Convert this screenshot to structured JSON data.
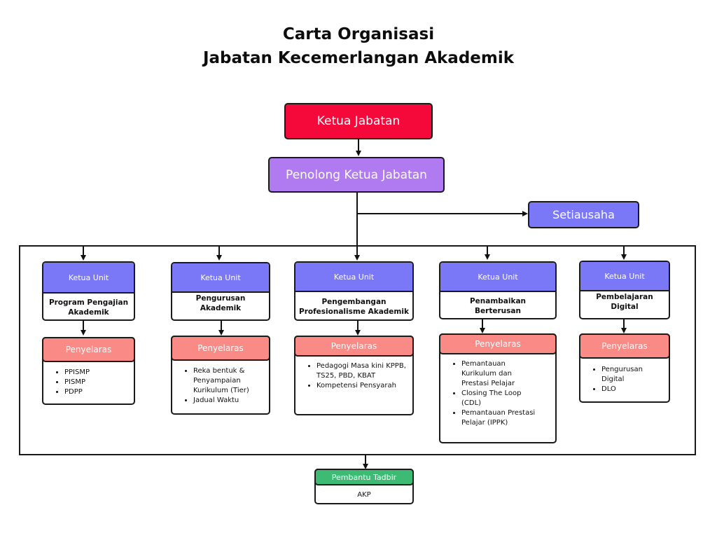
{
  "title": {
    "line1": "Carta Organisasi",
    "line2": "Jabatan Kecemerlangan Akademik"
  },
  "head": "Ketua Jabatan",
  "deputy": "Penolong Ketua Jabatan",
  "secretary": "Setiausaha",
  "units": [
    {
      "head_label": "Ketua Unit",
      "name": "Program Pengajian Akademik",
      "coordinator_label": "Penyelaras",
      "items": [
        "PPISMP",
        "PISMP",
        "PDPP"
      ]
    },
    {
      "head_label": "Ketua Unit",
      "name": "Pengurusan Akademik",
      "coordinator_label": "Penyelaras",
      "items": [
        "Reka bentuk & Penyampaian Kurikulum (Tier)",
        "Jadual Waktu"
      ]
    },
    {
      "head_label": "Ketua Unit",
      "name": "Pengembangan Profesionalisme Akademik",
      "coordinator_label": "Penyelaras",
      "items": [
        "Pedagogi Masa kini KPPB, TS25, PBD, KBAT",
        "Kompetensi Pensyarah"
      ]
    },
    {
      "head_label": "Ketua Unit",
      "name": "Penambaikan Berterusan",
      "coordinator_label": "Penyelaras",
      "items": [
        "Pemantauan Kurikulum dan Prestasi Pelajar",
        "Closing The Loop (CDL)",
        "Pemantauan Prestasi Pelajar (IPPK)"
      ]
    },
    {
      "head_label": "Ketua Unit",
      "name": "Pembelajaran Digital",
      "coordinator_label": "Penyelaras",
      "items": [
        "Pengurusan Digital",
        "DLO"
      ]
    }
  ],
  "admin": {
    "label": "Pembantu Tadbir",
    "value": "AKP"
  },
  "colors": {
    "head": "#f4093a",
    "deputy": "#b07af0",
    "unit_head": "#7b78f8",
    "coordinator": "#f98a86",
    "admin": "#3dbb74"
  }
}
